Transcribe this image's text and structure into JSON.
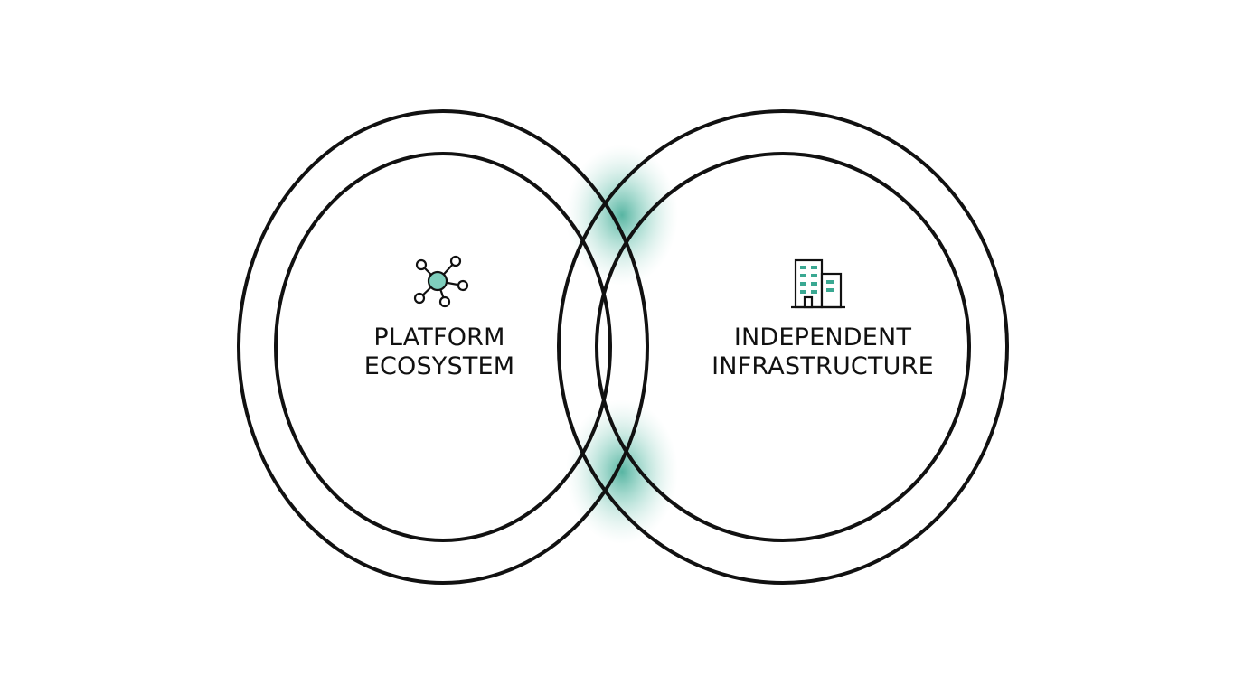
{
  "colors": {
    "stroke": "#111111",
    "accent": "#3aa892",
    "accent_fill": "#bfe3da",
    "background": "#ffffff"
  },
  "left_set": {
    "icon": "network-hub-icon",
    "label_line1": "PLATFORM",
    "label_line2": "ECOSYSTEM"
  },
  "right_set": {
    "icon": "office-building-icon",
    "label_line1": "INDEPENDENT",
    "label_line2": "INFRASTRUCTURE"
  }
}
